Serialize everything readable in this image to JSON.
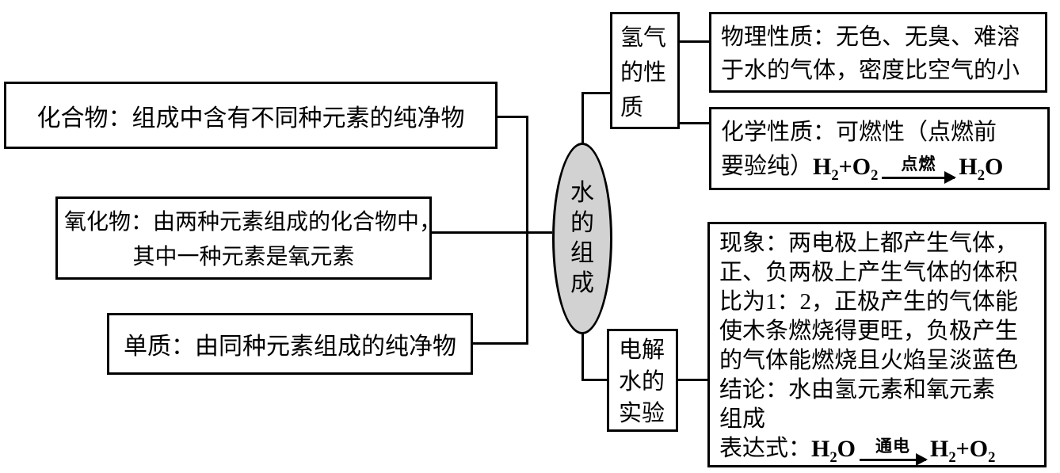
{
  "colors": {
    "background": "#ffffff",
    "line": "#000000",
    "ellipse_fill": "#d2d2d2"
  },
  "center_node": {
    "label": "水的组成"
  },
  "left_boxes": {
    "compound": {
      "text": "化合物：组成中含有不同种元素的纯净物"
    },
    "oxide": {
      "line1": "氧化物：由两种元素组成的化合物中，",
      "line2": "其中一种元素是氧元素"
    },
    "element": {
      "text": "单质：由同种元素组成的纯净物"
    }
  },
  "hydrogen_branch": {
    "node_label": "氢气的性质",
    "physical_box": {
      "line1": "物理性质：无色、无臭、难溶",
      "line2": "于水的气体，密度比空气的小"
    },
    "chemical_box": {
      "line1": "化学性质：可燃性（点燃前",
      "line2_prefix": "要验纯）",
      "formula": {
        "r1": "H",
        "r1_sub": "2",
        "r2": "+O",
        "r2_sub": "2",
        "condition": "点燃",
        "p1": "H",
        "p1_sub": "2",
        "p2": "O"
      }
    }
  },
  "electrolysis_branch": {
    "node_label": "电解水的实验",
    "detail_box": {
      "lines": [
        "现象：两电极上都产生气体，",
        "正、负两极上产生气体的体积",
        "比为1：2，正极产生的气体能",
        "使木条燃烧得更旺，负极产生",
        "的气体能燃烧且火焰呈淡蓝色",
        "结论：水由氢元素和氧元素",
        "组成"
      ],
      "expression_label": "表达式：",
      "formula": {
        "a": "H",
        "a_sub": "2",
        "b": "O",
        "condition": "通电",
        "c": "H",
        "c_sub": "2",
        "d": "+O",
        "d_sub": "2"
      }
    }
  }
}
